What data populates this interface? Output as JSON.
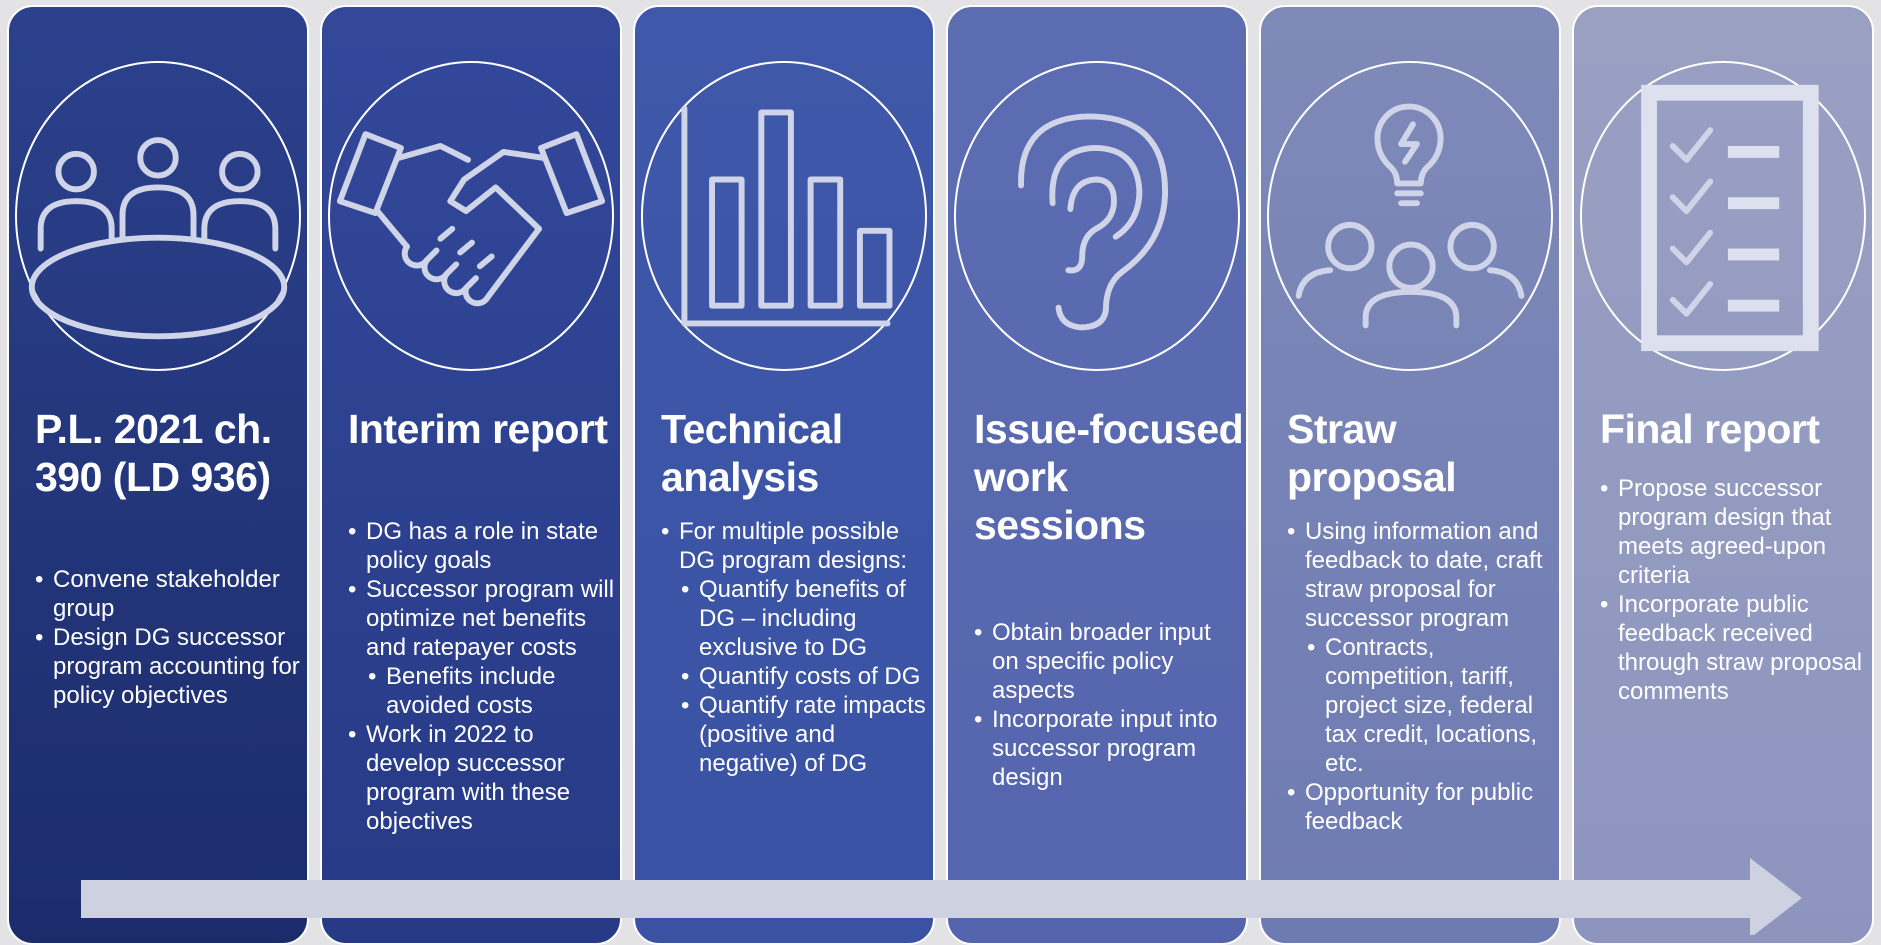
{
  "colors": {
    "panel1": [
      "#2c418d",
      "#1c2c6b"
    ],
    "panel2": [
      "#34489b",
      "#263a86"
    ],
    "panel3": [
      "#4058a9",
      "#3a52a4"
    ],
    "panel4": [
      "#5d6db2",
      "#5465ae"
    ],
    "panel5": [
      "#7f8ab8",
      "#6e7bb3"
    ],
    "panel6": [
      "#9aa0c2",
      "#8d95bf"
    ],
    "arrow": "#ced1e0"
  },
  "stages": [
    {
      "icon": "meeting-table-icon",
      "title": "P.L. 2021 ch. 390 (LD 936)",
      "bullets": [
        {
          "text": "Convene stakeholder group"
        },
        {
          "text": "Design DG successor program accounting for policy objectives"
        }
      ]
    },
    {
      "icon": "handshake-icon",
      "title": "Interim report",
      "bullets": [
        {
          "text": "DG has a role in state policy goals"
        },
        {
          "text": "Successor program will optimize net benefits and ratepayer costs",
          "sub": [
            "Benefits include avoided costs"
          ]
        },
        {
          "text": "Work in 2022 to develop successor program with these objectives"
        }
      ]
    },
    {
      "icon": "bar-chart-icon",
      "title": "Technical analysis",
      "bullets": [
        {
          "text": "For multiple possible DG program designs:",
          "sub": [
            "Quantify benefits of DG – including exclusive to DG",
            "Quantify costs of DG",
            "Quantify rate impacts (positive and negative) of DG"
          ]
        }
      ]
    },
    {
      "icon": "ear-icon",
      "title": "Issue-focused work sessions",
      "bullets": [
        {
          "text": "Obtain broader input on specific policy aspects"
        },
        {
          "text": "Incorporate input into successor program design"
        }
      ]
    },
    {
      "icon": "lightbulb-group-icon",
      "title": "Straw proposal",
      "bullets": [
        {
          "text": "Using information and feedback to date, craft straw proposal for successor program",
          "sub": [
            "Contracts, competition, tariff, project size, federal tax credit, locations, etc."
          ]
        },
        {
          "text": "Opportunity for public feedback"
        }
      ]
    },
    {
      "icon": "checklist-icon",
      "title": "Final report",
      "bullets": [
        {
          "text": "Propose successor program design that meets agreed-upon criteria"
        },
        {
          "text": "Incorporate public feedback received through straw proposal comments"
        }
      ]
    }
  ]
}
